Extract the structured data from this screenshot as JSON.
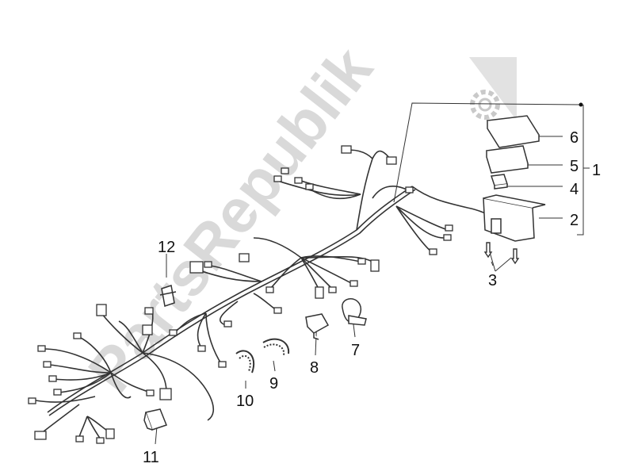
{
  "watermark": {
    "text": "PartsRepublik",
    "icon": "gear-icon"
  },
  "callouts": {
    "c1": "1",
    "c2": "2",
    "c3": "3",
    "c4": "4",
    "c5": "5",
    "c6": "6",
    "c7": "7",
    "c8": "8",
    "c9": "9",
    "c10": "10",
    "c11": "11",
    "c12": "12"
  }
}
